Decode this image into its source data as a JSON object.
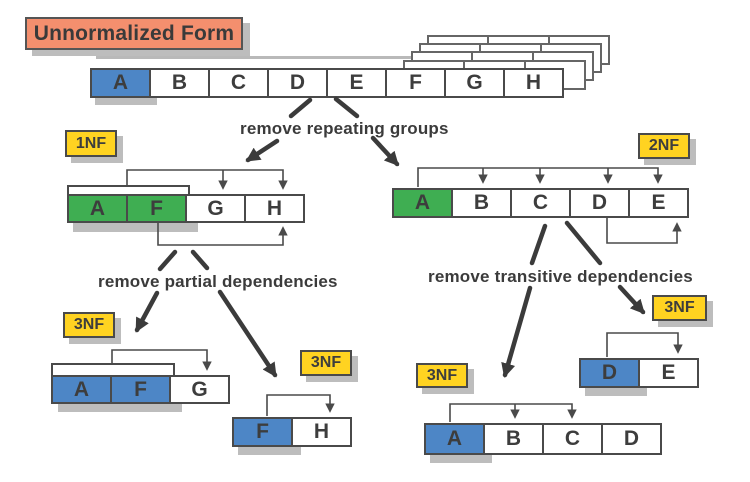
{
  "title": "Unnormalized Form",
  "captions": {
    "repeating": "remove repeating groups",
    "partial": "remove partial dependencies",
    "transitive": "remove transitive dependencies"
  },
  "badges": {
    "nf1": "1NF",
    "nf2": "2NF",
    "nf3_left": "3NF",
    "nf3_mid": "3NF",
    "nf3_right": "3NF",
    "nf3_bottom": "3NF"
  },
  "rows": {
    "unf": {
      "cells": [
        {
          "letter": "A",
          "color": "blue"
        },
        {
          "letter": "B",
          "color": "white"
        },
        {
          "letter": "C",
          "color": "white"
        },
        {
          "letter": "D",
          "color": "white"
        },
        {
          "letter": "E",
          "color": "white"
        },
        {
          "letter": "F",
          "color": "white"
        },
        {
          "letter": "G",
          "color": "white"
        },
        {
          "letter": "H",
          "color": "white"
        }
      ]
    },
    "nf1": {
      "cells": [
        {
          "letter": "A",
          "color": "green"
        },
        {
          "letter": "F",
          "color": "green"
        },
        {
          "letter": "G",
          "color": "white"
        },
        {
          "letter": "H",
          "color": "white"
        }
      ]
    },
    "nf2": {
      "cells": [
        {
          "letter": "A",
          "color": "green"
        },
        {
          "letter": "B",
          "color": "white"
        },
        {
          "letter": "C",
          "color": "white"
        },
        {
          "letter": "D",
          "color": "white"
        },
        {
          "letter": "E",
          "color": "white"
        }
      ]
    },
    "afg": {
      "cells": [
        {
          "letter": "A",
          "color": "blue"
        },
        {
          "letter": "F",
          "color": "blue"
        },
        {
          "letter": "G",
          "color": "white"
        }
      ]
    },
    "fh": {
      "cells": [
        {
          "letter": "F",
          "color": "blue"
        },
        {
          "letter": "H",
          "color": "white"
        }
      ]
    },
    "de": {
      "cells": [
        {
          "letter": "D",
          "color": "blue"
        },
        {
          "letter": "E",
          "color": "white"
        }
      ]
    },
    "abcd": {
      "cells": [
        {
          "letter": "A",
          "color": "blue"
        },
        {
          "letter": "B",
          "color": "white"
        },
        {
          "letter": "C",
          "color": "white"
        },
        {
          "letter": "D",
          "color": "white"
        }
      ]
    }
  },
  "colors": {
    "blue": "#4D86C6",
    "green": "#3FAE52",
    "yellow": "#FFD321",
    "orange": "#F48F6E",
    "border": "#4a4a4a",
    "ink": "#3b3b3b",
    "shadow": "#bdbdbd"
  }
}
